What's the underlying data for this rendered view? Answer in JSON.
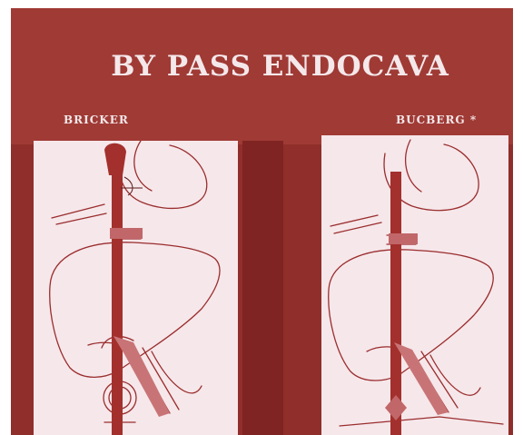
{
  "title": "BY PASS ENDOCAVA",
  "labels": {
    "left": "BRICKER",
    "right": "BUCBERG *"
  },
  "colors": {
    "background": "#8f2e2a",
    "panel": "#f6e7ea",
    "ink": "#9a2d2e"
  },
  "illustrations": [
    "bypass-diagram-bricker",
    "bypass-diagram-bucberg"
  ]
}
